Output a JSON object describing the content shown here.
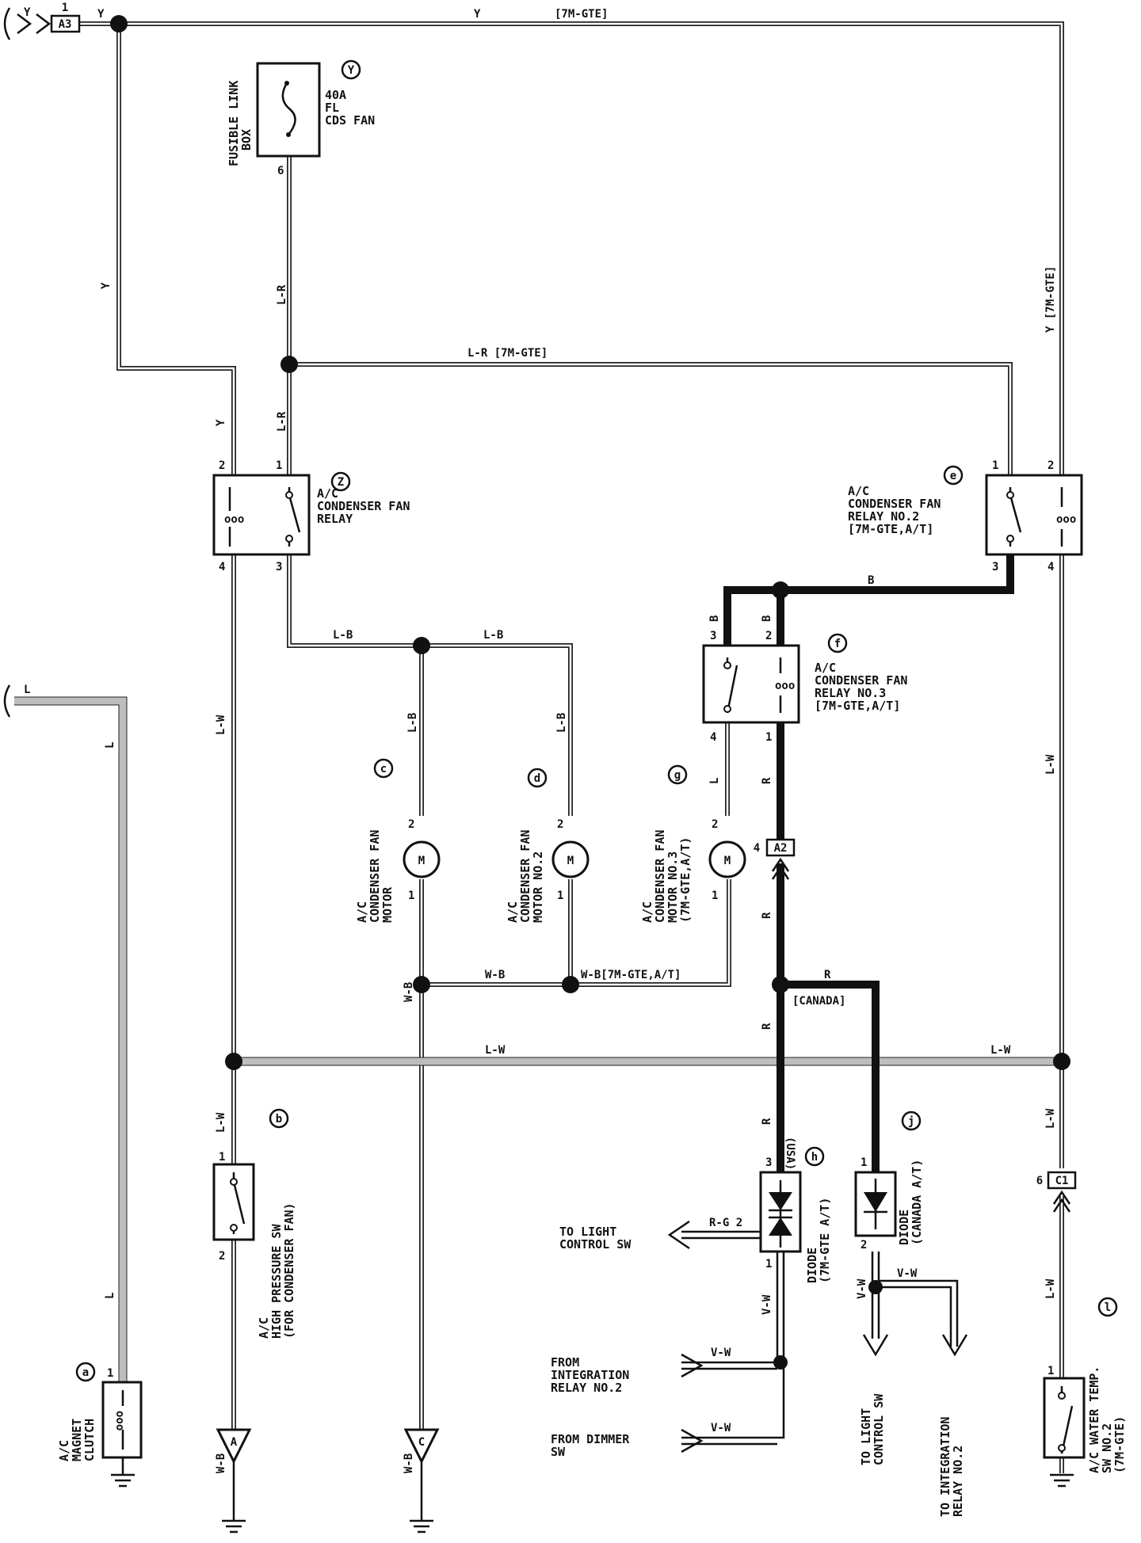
{
  "diagram": {
    "top_wire": {
      "y_label": "Y",
      "variant": "[7M-GTE]"
    },
    "connectors": {
      "a3": {
        "code": "A3",
        "pin": "1"
      },
      "a2": {
        "code": "A2",
        "pin": "4"
      },
      "c1": {
        "code": "C1",
        "pin": "6"
      },
      "left_y": "Y",
      "left_l": "L"
    },
    "wires": {
      "y_left": "Y",
      "y_vert": "Y",
      "y_right": "Y [7M-GTE]",
      "lr_top": "L-R",
      "lr_mid": "L-R",
      "lr_horiz": "L-R [7M-GTE]",
      "lb_left": "L-B",
      "lb_right": "L-B",
      "lb_c": "L-B",
      "lb_d": "L-B",
      "lw_left": "L-W",
      "lw_right": "L-W",
      "lw_horiz_left": "L-W",
      "lw_horiz_right": "L-W",
      "lw_b": "L-W",
      "lw_c1_top": "L-W",
      "lw_c1_bot": "L-W",
      "b_top": "B",
      "b_relay3": "B",
      "b_relay2": "B",
      "l_g": "L",
      "r_1": "R",
      "r_2": "R",
      "r_3": "R",
      "r_4": "R",
      "r_canada": "R",
      "canada": "[CANADA]",
      "usa": "(USA)",
      "wb_left": "W-B",
      "wb_mid": "W-B",
      "wb_right": "W-B[7M-GTE,A/T]",
      "wb_ground_a": "W-B",
      "wb_ground_c": "W-B",
      "wb_vert": "W-B",
      "l_magnet": "L",
      "l_magnet2": "L",
      "rg": "R-G 2",
      "vw_1": "V-W",
      "vw_2": "V-W",
      "vw_3": "V-W",
      "vw_4": "V-W",
      "vw_5": "V-W"
    },
    "components": {
      "Y": {
        "marker": "Y",
        "label": [
          "40A",
          "FL",
          "CDS FAN"
        ],
        "side": [
          "FUSIBLE LINK",
          "BOX"
        ],
        "pin": "6"
      },
      "Z": {
        "marker": "Z",
        "label": [
          "A/C",
          "CONDENSER FAN",
          "RELAY"
        ],
        "pins": [
          "2",
          "1",
          "4",
          "3"
        ]
      },
      "e": {
        "marker": "e",
        "label": [
          "A/C",
          "CONDENSER FAN",
          "RELAY NO.2",
          "[7M-GTE,A/T]"
        ],
        "pins": [
          "1",
          "2",
          "3",
          "4"
        ]
      },
      "f": {
        "marker": "f",
        "label": [
          "A/C",
          "CONDENSER FAN",
          "RELAY NO.3",
          "[7M-GTE,A/T]"
        ],
        "pins": [
          "3",
          "2",
          "4",
          "1"
        ]
      },
      "c": {
        "marker": "c",
        "label": [
          "A/C",
          "CONDENSER FAN",
          "MOTOR"
        ],
        "pins": [
          "2",
          "1"
        ]
      },
      "d": {
        "marker": "d",
        "label": [
          "A/C",
          "CONDENSER FAN",
          "MOTOR NO.2"
        ],
        "pins": [
          "2",
          "1"
        ]
      },
      "g": {
        "marker": "g",
        "label": [
          "A/C",
          "CONDENSER FAN",
          "MOTOR NO.3",
          "(7M-GTE,A/T)"
        ],
        "pins": [
          "2",
          "1"
        ]
      },
      "b": {
        "marker": "b",
        "label": [
          "A/C",
          "HIGH PRESSURE SW",
          "(FOR CONDENSER FAN)"
        ],
        "pins": [
          "1",
          "2"
        ]
      },
      "a": {
        "marker": "a",
        "label": [
          "A/C",
          "MAGNET",
          "CLUTCH"
        ],
        "pin": "1"
      },
      "h": {
        "marker": "h",
        "label": [
          "DIODE",
          "(7M-GTE A/T)"
        ],
        "pins": [
          "3",
          "1"
        ]
      },
      "j": {
        "marker": "j",
        "label": [
          "DIODE",
          "(CANADA A/T)"
        ],
        "pins": [
          "1",
          "2"
        ]
      },
      "l": {
        "marker": "l",
        "label": [
          "A/C WATER TEMP.",
          "SW NO.2",
          "(7M-GTE)"
        ],
        "pin": "1"
      }
    },
    "motor_symbol": "M",
    "grounds": {
      "a": "A",
      "c": "C"
    },
    "destinations": {
      "to_light_left": [
        "TO LIGHT",
        "CONTROL SW"
      ],
      "from_integration": [
        "FROM",
        "INTEGRATION",
        "RELAY NO.2"
      ],
      "from_dimmer": [
        "FROM DIMMER",
        "SW"
      ],
      "to_light_right": [
        "TO LIGHT",
        "CONTROL SW"
      ],
      "to_integration": [
        "TO INTEGRATION",
        "RELAY NO.2"
      ]
    }
  }
}
